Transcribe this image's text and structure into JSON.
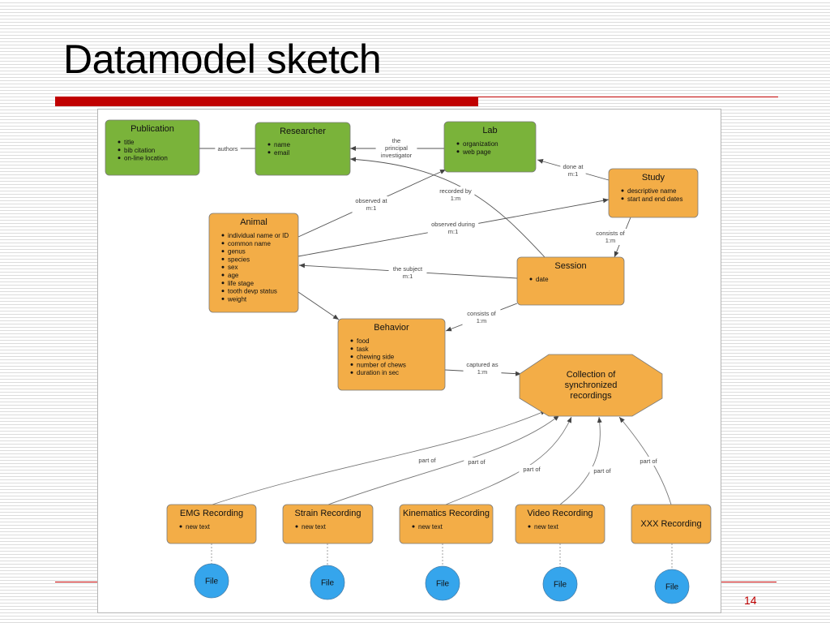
{
  "slide": {
    "title": "Datamodel sketch",
    "page_number": "14"
  },
  "colors": {
    "green": "#7ab33a",
    "orange": "#f3ad47",
    "blue": "#35a5ec",
    "accent_red": "#c00000"
  },
  "entities": {
    "publication": {
      "title": "Publication",
      "attrs": [
        "title",
        "bib citation",
        "on-line location"
      ]
    },
    "researcher": {
      "title": "Researcher",
      "attrs": [
        "name",
        "email"
      ]
    },
    "lab": {
      "title": "Lab",
      "attrs": [
        "organization",
        "web page"
      ]
    },
    "study": {
      "title": "Study",
      "attrs": [
        "descriptive name",
        "start and end dates"
      ]
    },
    "animal": {
      "title": "Animal",
      "attrs": [
        "individual name or ID",
        "common name",
        "genus",
        "species",
        "sex",
        "age",
        "life stage",
        "tooth devp status",
        "weight"
      ]
    },
    "session": {
      "title": "Session",
      "attrs": [
        "date"
      ]
    },
    "behavior": {
      "title": "Behavior",
      "attrs": [
        "food",
        "task",
        "chewing side",
        "number of chews",
        "duration in sec"
      ]
    },
    "collection": {
      "lines": [
        "Collection of",
        "synchronized",
        "recordings"
      ]
    },
    "emg": {
      "title": "EMG Recording",
      "attrs": [
        "new text"
      ]
    },
    "strain": {
      "title": "Strain Recording",
      "attrs": [
        "new text"
      ]
    },
    "kinematics": {
      "title": "Kinematics Recording",
      "attrs": [
        "new text"
      ]
    },
    "video": {
      "title": "Video Recording",
      "attrs": [
        "new text"
      ]
    },
    "xxx": {
      "title": "XXX Recording",
      "attrs": []
    }
  },
  "files": [
    "File",
    "File",
    "File",
    "File",
    "File"
  ],
  "edge_labels": {
    "authors": [
      "authors"
    ],
    "principal": [
      "the",
      "principal",
      "investigator"
    ],
    "done_at": [
      "done at",
      "m:1"
    ],
    "observed_at": [
      "observed at",
      "m:1"
    ],
    "recorded_by": [
      "recorded by",
      "1:m"
    ],
    "observed_during": [
      "observed during",
      "m:1"
    ],
    "study_session": [
      "consists of",
      "1:m"
    ],
    "subject": [
      "the subject",
      "m:1"
    ],
    "session_behavior": [
      "consists of",
      "1:m"
    ],
    "captured": [
      "captured as",
      "1:m"
    ],
    "part_of_emg": [
      "part of"
    ],
    "part_of_strain": [
      "part of"
    ],
    "part_of_kin": [
      "part of"
    ],
    "part_of_video": [
      "part of"
    ],
    "part_of_xxx": [
      "part of"
    ]
  }
}
